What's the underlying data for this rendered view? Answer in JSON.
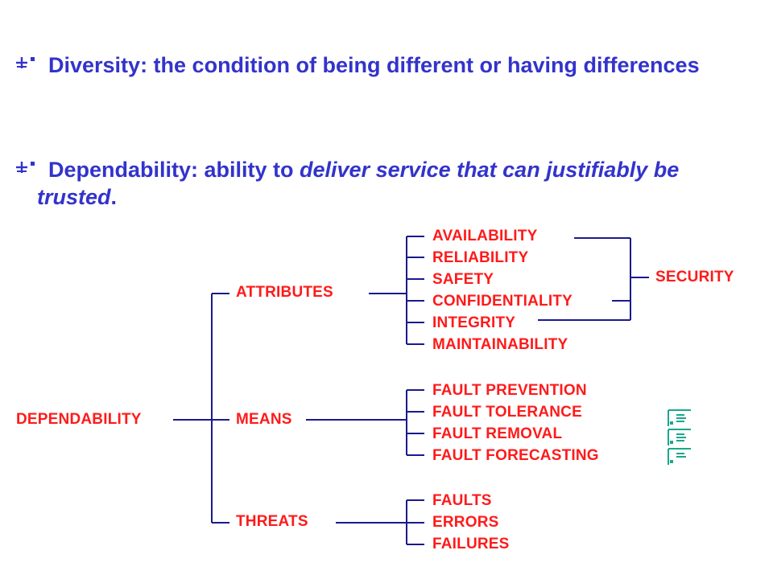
{
  "bullets": [
    {
      "label": "Diversity: the condition of being different or having differences"
    },
    {
      "prefix": "Dependability: ability to ",
      "emphasis": "deliver service that can justifiably be trusted",
      "suffix": "."
    }
  ],
  "tree": {
    "root": "DEPENDABILITY",
    "branches": [
      {
        "label": "ATTRIBUTES",
        "items": [
          "AVAILABILITY",
          "RELIABILITY",
          "SAFETY",
          "CONFIDENTIALITY",
          "INTEGRITY",
          "MAINTAINABILITY"
        ],
        "group": {
          "label": "SECURITY",
          "members": [
            "AVAILABILITY",
            "CONFIDENTIALITY",
            "INTEGRITY"
          ]
        }
      },
      {
        "label": "MEANS",
        "items": [
          "FAULT PREVENTION",
          "FAULT TOLERANCE",
          "FAULT REMOVAL",
          "FAULT FORECASTING"
        ]
      },
      {
        "label": "THREATS",
        "items": [
          "FAULTS",
          "ERRORS",
          "FAILURES"
        ]
      }
    ]
  },
  "colors": {
    "bullet_text": "#3333cc",
    "node_text": "#ff1a1a",
    "connector": "#1a1a8c",
    "marker_icon": "#1aa88c"
  },
  "icons": [
    "list-bullet-icon",
    "teal-list-icon"
  ]
}
